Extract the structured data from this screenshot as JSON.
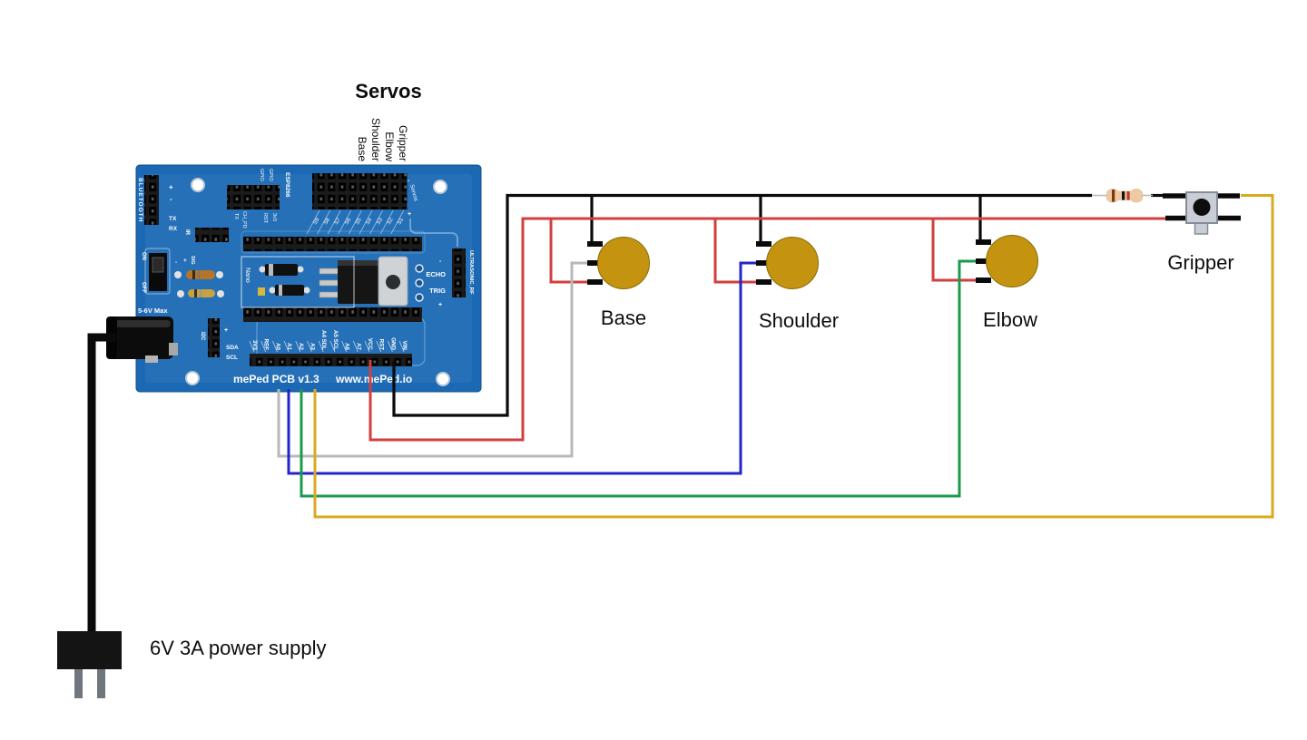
{
  "heading": {
    "servos": "Servos"
  },
  "servo_column_labels": {
    "base": "Base",
    "shoulder": "Shoulder",
    "elbow": "Elbow",
    "gripper": "Gripper"
  },
  "servo_labels": {
    "base": "Base",
    "shoulder": "Shoulder",
    "elbow": "Elbow",
    "gripper": "Gripper"
  },
  "power_supply": {
    "label": "6V 3A power supply"
  },
  "pcb": {
    "silkscreen": {
      "bluetooth": "BLUETOOTH",
      "plus": "+",
      "minus": "-",
      "tx": "TX",
      "rx": "RX",
      "ir": "IR",
      "sig": "SIG",
      "on": "ON",
      "off": "OFF",
      "voltage": "5-6V Max",
      "i2c": "I2C",
      "sda": "SDA",
      "scl": "SCL",
      "gpio_a": "GPIO",
      "gpio_b": "GPIO",
      "esp8266": "ESP8266",
      "esp_tx": "TX",
      "esp_chpd": "CH_PD",
      "esp_rst": "RST",
      "esp_3v3": "3v3",
      "nano": "Nano",
      "servos_rail": "Servos",
      "echo": "ECHO",
      "trig": "TRIG",
      "ultrasonic": "ULTRASONIC_RF",
      "board_name": "mePed PCB v1.3",
      "website": "www.mePed.io"
    },
    "servo_channels": [
      "S9",
      "S8",
      "S7",
      "S6",
      "S5",
      "S4",
      "S3",
      "S2",
      "S1"
    ],
    "bottom_pins": [
      "3V3",
      "REF",
      "A0",
      "A1",
      "A2",
      "A3",
      "A4 SDL",
      "A5 SCL",
      "A6",
      "A7",
      "VCC",
      "RST",
      "GND",
      "VIN"
    ]
  },
  "colors": {
    "pcb": "#1b69b4",
    "servo_body": "#c49310",
    "wire_black": "#0a0a0a",
    "wire_red": "#d23f3f",
    "wire_gray": "#b9b9b9",
    "wire_blue": "#2424cc",
    "wire_green": "#1b9a4d",
    "wire_yellow": "#d9a921"
  }
}
